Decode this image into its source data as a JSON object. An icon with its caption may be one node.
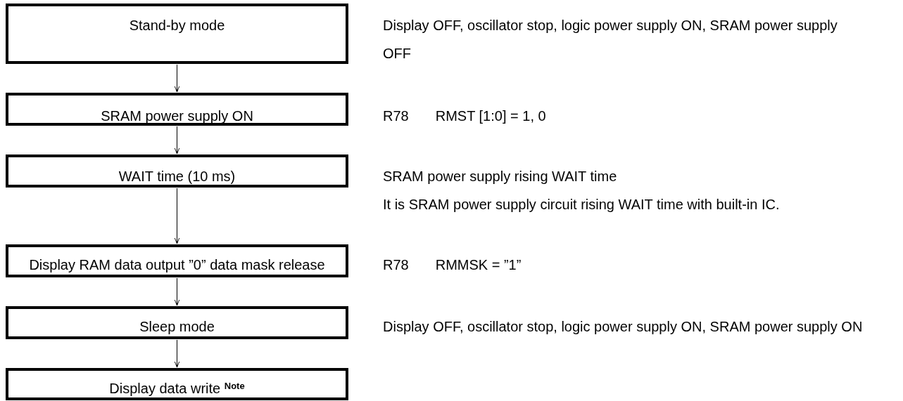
{
  "diagram": {
    "nodes": [
      {
        "text": [
          "Stand-by mode"
        ],
        "beside": [
          "Display OFF, oscillator stop, logic power supply ON, SRAM power supply OFF"
        ]
      },
      {
        "text": [
          "SRAM power supply ON"
        ],
        "beside": [
          "R78",
          "RMST [1:0] = 1, 0"
        ]
      },
      {
        "text": [
          "WAIT time (10 ms)"
        ],
        "beside": [
          "SRAM power supply rising WAIT time",
          "It is SRAM power supply circuit rising WAIT time with built-in IC."
        ]
      },
      {
        "text": [
          "Display RAM data output ”0” data mask release"
        ],
        "beside": [
          "R78",
          "RMMSK = ”1”"
        ]
      },
      {
        "text": [
          "Sleep mode"
        ],
        "beside": [
          "Display OFF, oscillator stop, logic power supply ON, SRAM power supply ON"
        ]
      },
      {
        "text": [
          "Display data write $^{Note}$"
        ]
      }
    ],
    "edges": [
      {
        "from": 0,
        "to": 1,
        "arrow": "to"
      },
      {
        "from": 1,
        "to": 2,
        "arrow": "to"
      },
      {
        "from": 2,
        "to": 3,
        "arrow": "to"
      },
      {
        "from": 3,
        "to": 4,
        "arrow": "to"
      },
      {
        "from": 4,
        "to": 5,
        "arrow": "to"
      }
    ]
  }
}
